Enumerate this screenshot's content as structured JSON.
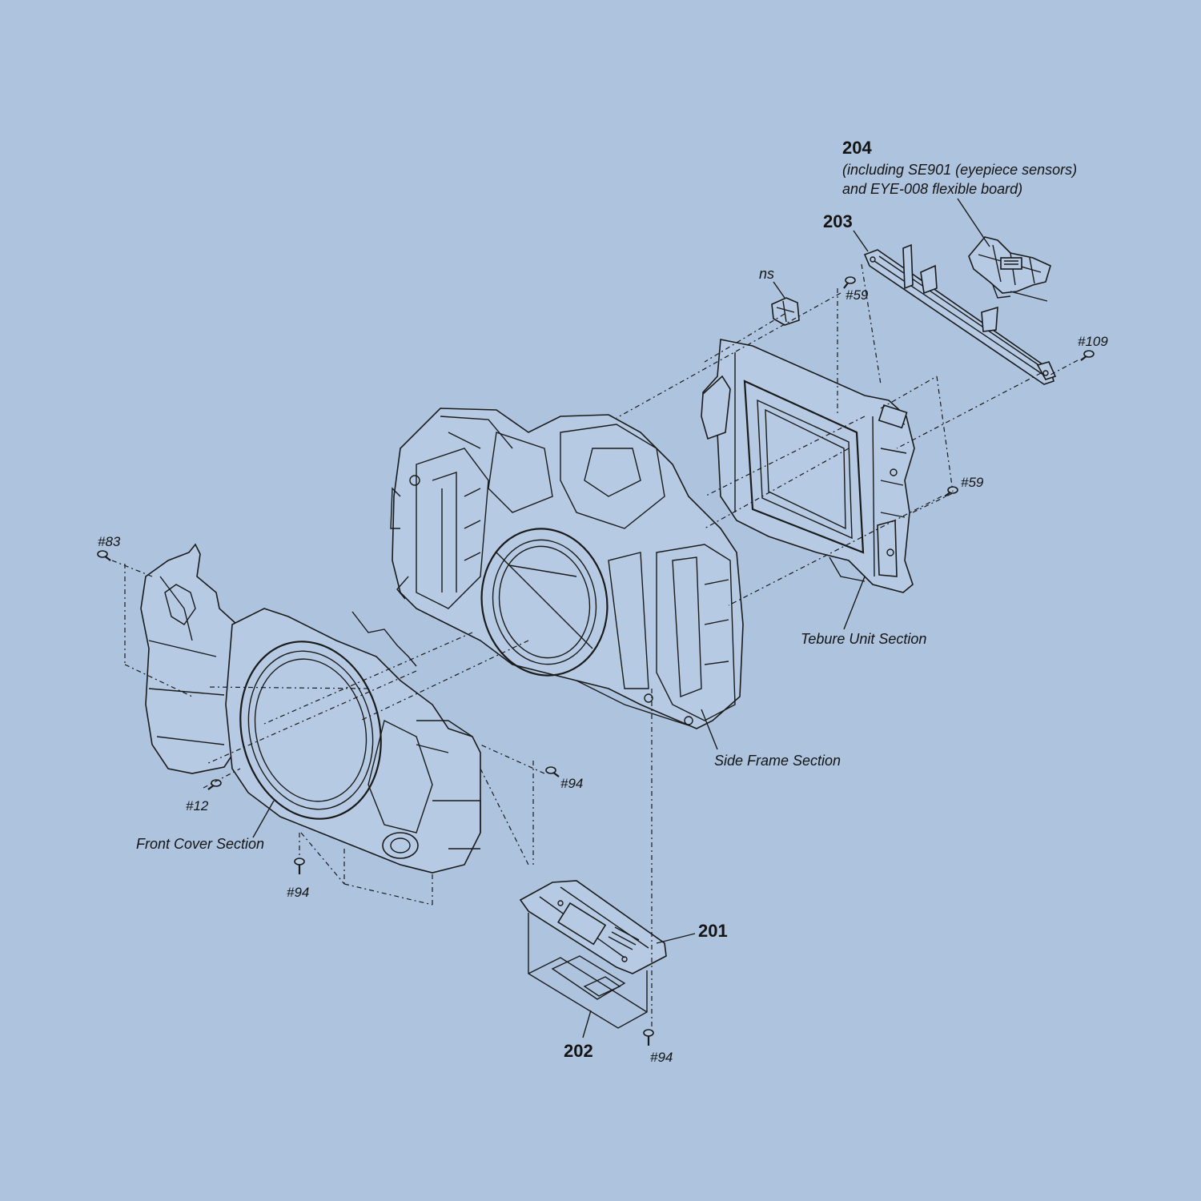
{
  "parts": {
    "p204": {
      "number": "204",
      "note1": "(including SE901 (eyepiece sensors)",
      "note2": "and EYE-008 flexible board)"
    },
    "p203": {
      "number": "203"
    },
    "p201": {
      "number": "201"
    },
    "p202": {
      "number": "202"
    },
    "ns": "ns"
  },
  "screws": {
    "s59_top": "#59",
    "s109": "#109",
    "s59_right": "#59",
    "s83": "#83",
    "s12": "#12",
    "s94_mid": "#94",
    "s94_left": "#94",
    "s94_bottom": "#94"
  },
  "sections": {
    "tebure": "Tebure Unit Section",
    "side_frame": "Side Frame Section",
    "front_cover": "Front Cover Section"
  },
  "colors": {
    "background": "#aec4de",
    "ink": "#1a1a1a"
  }
}
